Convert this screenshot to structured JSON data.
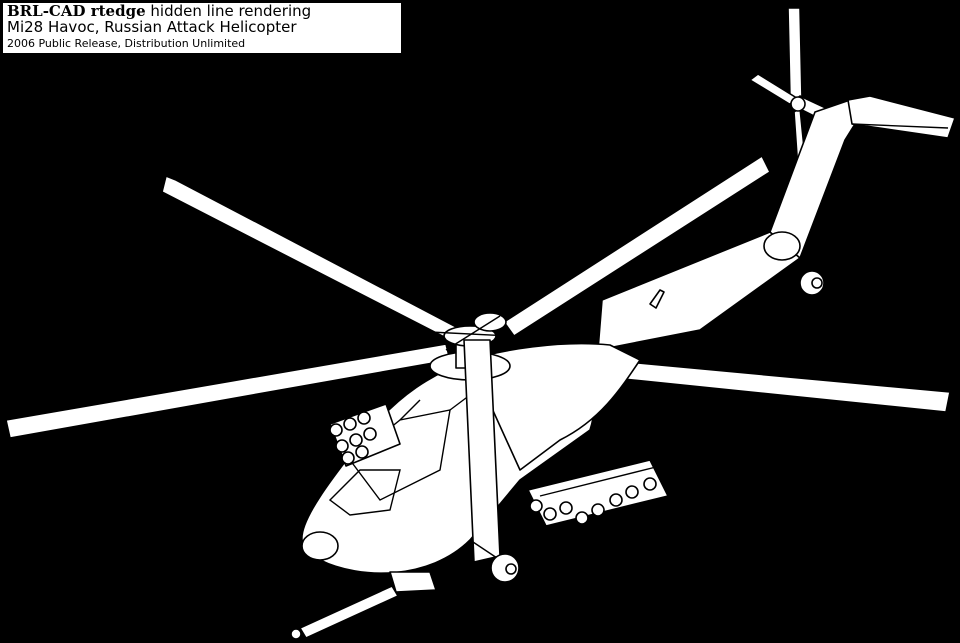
{
  "caption": {
    "line1_bold": "BRL-CAD rtedge",
    "line1_rest": " hidden line rendering",
    "line2": "Mi28 Havoc, Russian Attack Helicopter",
    "line3": "2006 Public Release, Distribution Unlimited"
  },
  "colors": {
    "background": "#000000",
    "drawing_fill": "#ffffff",
    "line": "#000000"
  }
}
